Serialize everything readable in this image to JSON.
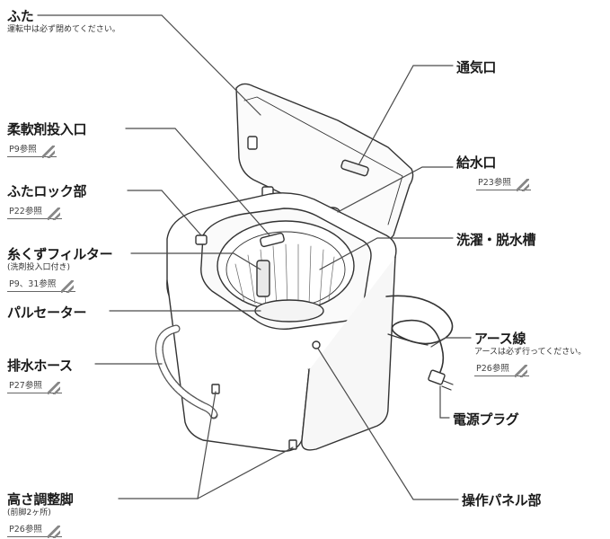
{
  "labels": {
    "futa": {
      "title": "ふた",
      "note": "運転中は必ず閉めてください。"
    },
    "softener": {
      "title": "柔軟剤投入口",
      "ref": "P9参照"
    },
    "lid_lock": {
      "title": "ふたロック部",
      "ref": "P22参照"
    },
    "lint_filter": {
      "title": "糸くずフィルター",
      "sub": "(洗剤投入口付き)",
      "ref": "P9、31参照"
    },
    "pulsator": {
      "title": "パルセーター"
    },
    "drain_hose": {
      "title": "排水ホース",
      "ref": "P27参照"
    },
    "leveling_feet": {
      "title": "高さ調整脚",
      "sub": "(前脚2ヶ所)",
      "ref": "P26参照"
    },
    "vent": {
      "title": "通気口"
    },
    "water_inlet": {
      "title": "給水口",
      "ref": "P23参照"
    },
    "drum": {
      "title": "洗濯・脱水槽"
    },
    "ground_wire": {
      "title": "アース線",
      "note": "アースは必ず行ってください。",
      "ref": "P26参照"
    },
    "power_plug": {
      "title": "電源プラグ"
    },
    "control_panel": {
      "title": "操作パネル部"
    }
  }
}
